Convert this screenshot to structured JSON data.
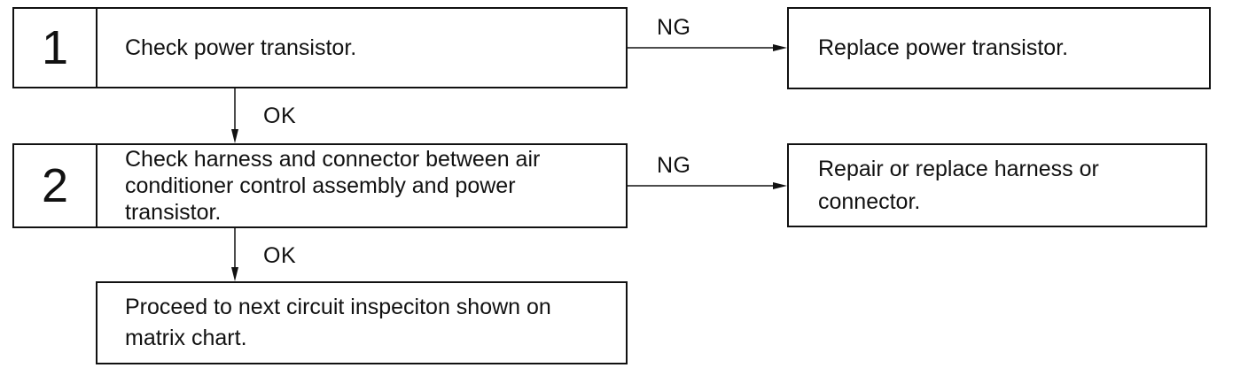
{
  "steps": [
    {
      "number": "1",
      "text": "Check power transistor.",
      "ng_label": "NG",
      "ng_action": "Replace power transistor.",
      "ok_label": "OK"
    },
    {
      "number": "2",
      "text": "Check harness and connector between air conditioner control assembly and power transistor.",
      "ng_label": "NG",
      "ng_action": "Repair or replace harness or connector.",
      "ok_label": "OK"
    }
  ],
  "final": {
    "text": "Proceed to next circuit inspeciton shown on matrix chart."
  }
}
